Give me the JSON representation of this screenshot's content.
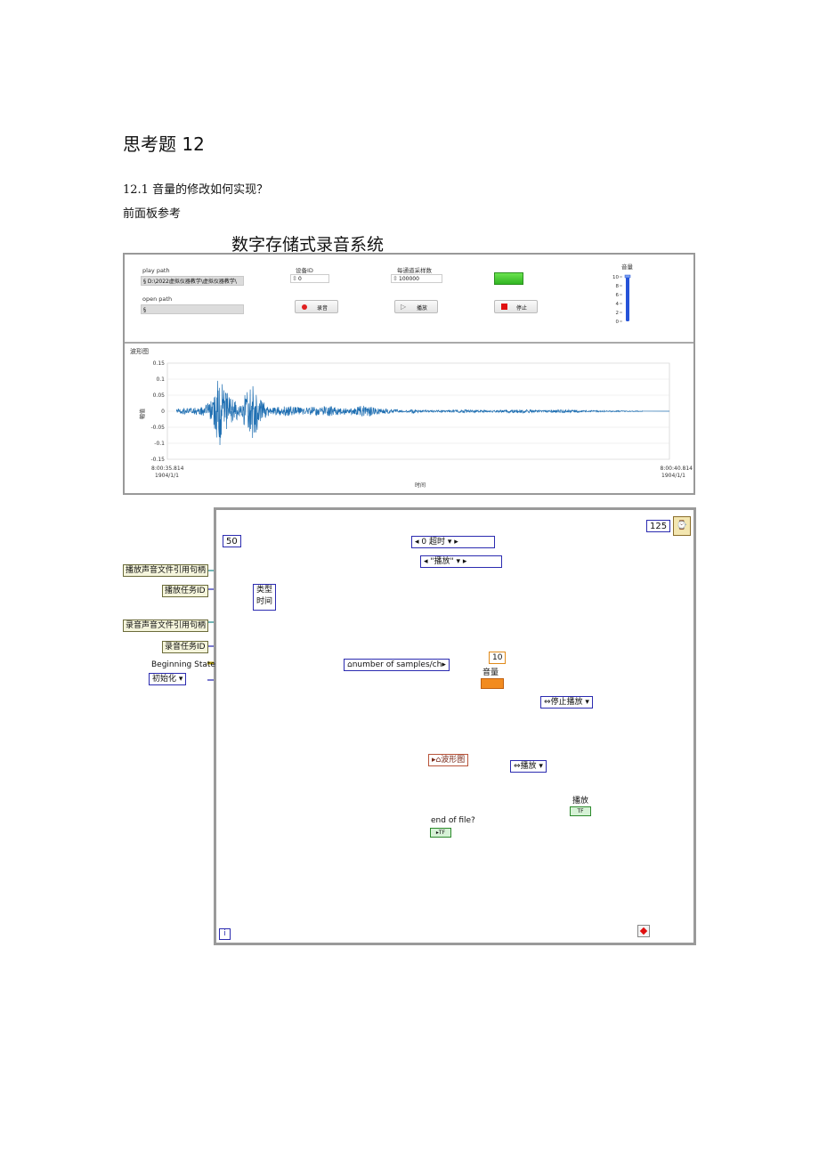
{
  "document": {
    "heading": "思考题 12",
    "question": "12.1 音量的修改如何实现？",
    "reference": "前面板参考"
  },
  "front_panel": {
    "title": "数字存储式录音系统",
    "play_path_label": "play path",
    "play_path_value": "D:\\2022虚拟仪器教学\\虚拟仪器教学\\",
    "open_path_label": "open path",
    "device_id_label": "设备ID",
    "device_id_value": "0",
    "samples_label": "每通道采样数",
    "samples_value": "100000",
    "record_button": "录音",
    "play_button": "播放",
    "stop_button": "停止",
    "volume_label": "音量",
    "volume_ticks": [
      "10",
      "8",
      "6",
      "4",
      "2",
      "0"
    ],
    "volume_level": 10,
    "colors": {
      "led": "#3cc42a",
      "stop": "#e01010",
      "record": "#e02020",
      "slider": "#2553d8"
    }
  },
  "chart_data": {
    "type": "line",
    "title": "波形图",
    "ylabel": "幅值",
    "xlabel": "时间",
    "ylim": [
      -0.15,
      0.15
    ],
    "y_ticks": [
      "0.15",
      "0.1",
      "0.05",
      "0",
      "-0.05",
      "-0.1",
      "-0.15"
    ],
    "x_start_label": [
      "8:00:35.814",
      "1904/1/1"
    ],
    "x_end_label": [
      "8:00:40.814",
      "1904/1/1"
    ],
    "series_color": "#1f6fb2",
    "envelope": [
      {
        "t": 0.0,
        "a": 0.008
      },
      {
        "t": 0.03,
        "a": 0.01
      },
      {
        "t": 0.06,
        "a": 0.015
      },
      {
        "t": 0.08,
        "a": 0.04
      },
      {
        "t": 0.09,
        "a": 0.12
      },
      {
        "t": 0.1,
        "a": 0.08
      },
      {
        "t": 0.12,
        "a": 0.04
      },
      {
        "t": 0.14,
        "a": 0.015
      },
      {
        "t": 0.15,
        "a": 0.07
      },
      {
        "t": 0.165,
        "a": 0.09
      },
      {
        "t": 0.18,
        "a": 0.04
      },
      {
        "t": 0.2,
        "a": 0.012
      },
      {
        "t": 0.23,
        "a": 0.015
      },
      {
        "t": 0.28,
        "a": 0.013
      },
      {
        "t": 0.33,
        "a": 0.015
      },
      {
        "t": 0.37,
        "a": 0.008
      },
      {
        "t": 0.4,
        "a": 0.02
      },
      {
        "t": 0.43,
        "a": 0.01
      },
      {
        "t": 0.49,
        "a": 0.003
      },
      {
        "t": 0.51,
        "a": 0.006
      },
      {
        "t": 0.53,
        "a": 0.003
      },
      {
        "t": 0.59,
        "a": 0.003
      },
      {
        "t": 0.62,
        "a": 0.005
      },
      {
        "t": 0.65,
        "a": 0.003
      },
      {
        "t": 0.7,
        "a": 0.004
      },
      {
        "t": 0.74,
        "a": 0.006
      },
      {
        "t": 0.78,
        "a": 0.003
      },
      {
        "t": 0.84,
        "a": 0.005
      },
      {
        "t": 0.87,
        "a": 0.003
      },
      {
        "t": 1.0,
        "a": 0.001
      }
    ]
  },
  "block_diagram": {
    "timeout_const": "50",
    "count_const": "125",
    "case_top": "0 超时",
    "case_inner": "\"播放\"",
    "controls": [
      "播放声音文件引用句柄",
      "播放任务ID",
      "录音声音文件引用句柄",
      "录音任务ID"
    ],
    "beginning_state_label": "Beginning State",
    "init_enum": "初始化",
    "type_time": [
      "类型",
      "时间"
    ],
    "samples_prop": "number of samples/ch",
    "const_ten": "10",
    "volume_local": "音量",
    "stop_play_enum": "停止播放",
    "waveform_local": "波形图",
    "play_enum": "播放",
    "eof_label": "end of file?",
    "play_label": "播放",
    "info_glyph": "i"
  }
}
